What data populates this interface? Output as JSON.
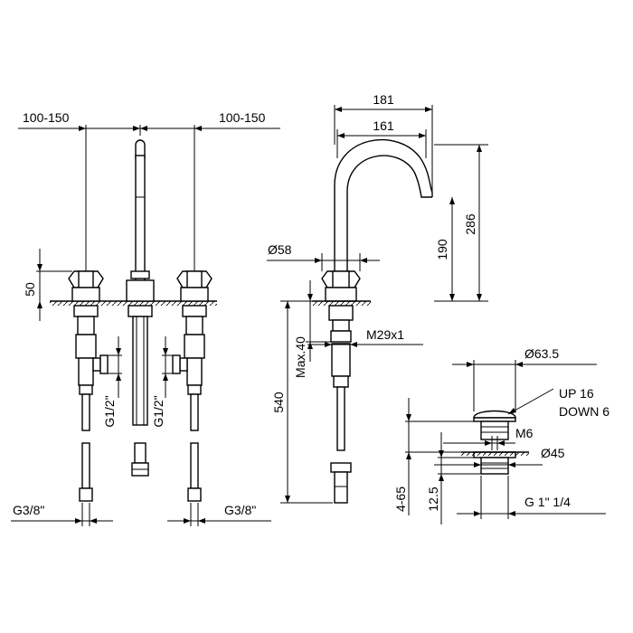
{
  "dimensions": {
    "left_spacing": "100-150",
    "right_spacing": "100-150",
    "handle_height": "50",
    "inlet_left": "G1/2\"",
    "inlet_right": "G1/2\"",
    "hose_left": "G3/8\"",
    "hose_right": "G3/8\"",
    "spout_reach_outer": "181",
    "spout_reach_inner": "161",
    "spout_height_total": "286",
    "spout_height_outlet": "190",
    "base_diameter": "Ø58",
    "max_deck": "Max.40",
    "mount_thread": "M29x1",
    "hose_length": "540",
    "drain_diameter": "Ø63.5",
    "drain_stroke_up": "UP 16",
    "drain_stroke_down": "DOWN 6",
    "drain_screw": "M6",
    "drain_body_diameter": "Ø45",
    "drain_deck_range": "4-65",
    "drain_offset": "12.5",
    "drain_thread": "G 1\" 1/4"
  }
}
